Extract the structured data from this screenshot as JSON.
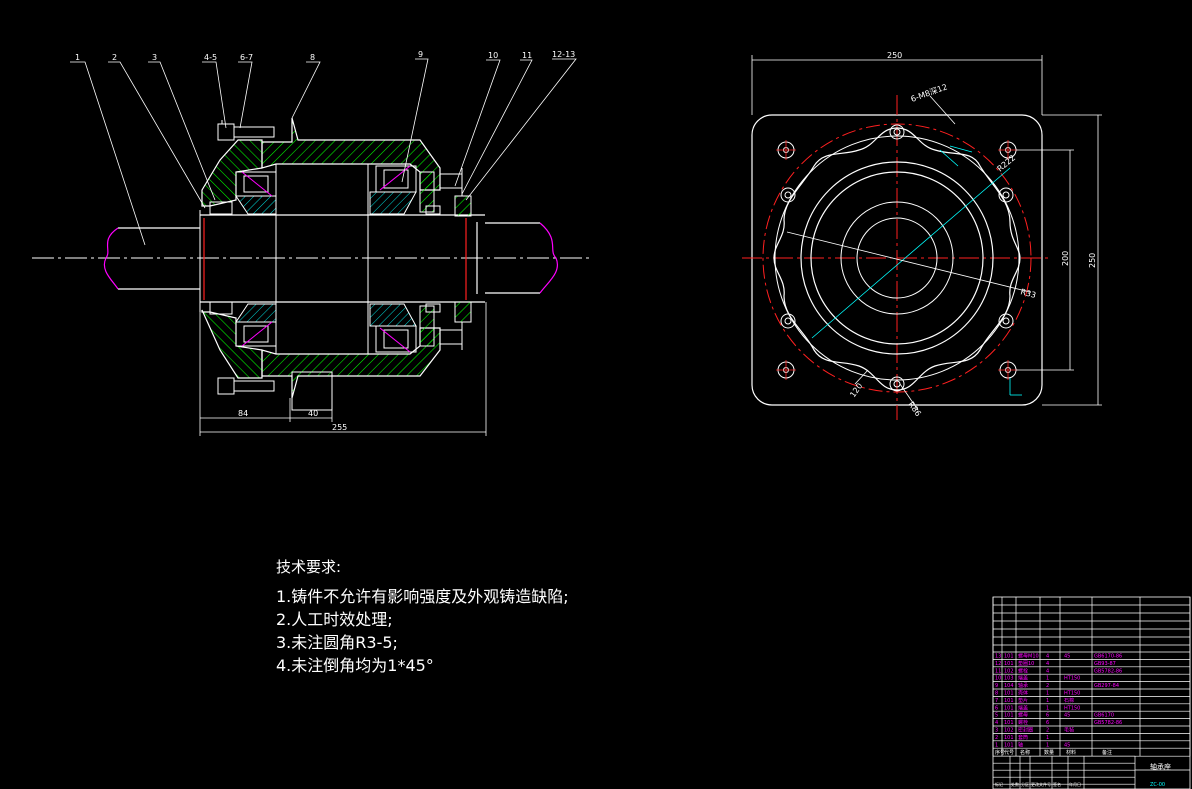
{
  "section_view": {
    "part_labels": [
      "1",
      "2",
      "3",
      "4-5",
      "6-7",
      "8",
      "9",
      "10",
      "11",
      "12-13"
    ],
    "dims": {
      "d84": "84",
      "d40": "40",
      "overall": "255"
    }
  },
  "end_view": {
    "dims": {
      "width": "250",
      "height": "250",
      "bolt_span": "200",
      "ann1": "6-M8深12",
      "ann2": "R222",
      "ann3": "R33",
      "ann4": "R86",
      "ann5": "120"
    }
  },
  "tech_requirements": {
    "title": "技术要求:",
    "items": [
      "1.铸件不允许有影响强度及外观铸造缺陷;",
      "2.人工时效处理;",
      "3.未注圆角R3-5;",
      "4.未注倒角均为1*45°"
    ]
  },
  "title_block": {
    "parts_rows": [
      {
        "no": "13",
        "code": "101",
        "name": "螺母M10",
        "qty": "4",
        "mat": "45",
        "std": "GB6170-86"
      },
      {
        "no": "12",
        "code": "101",
        "name": "垫圈10",
        "qty": "4",
        "mat": "",
        "std": "GB93-87"
      },
      {
        "no": "11",
        "code": "102",
        "name": "螺栓",
        "qty": "4",
        "mat": "",
        "std": "GB5782-86"
      },
      {
        "no": "10",
        "code": "103",
        "name": "端盖",
        "qty": "1",
        "mat": "HT150",
        "std": ""
      },
      {
        "no": "9",
        "code": "104",
        "name": "轴承",
        "qty": "2",
        "mat": "",
        "std": "GB297-84"
      },
      {
        "no": "8",
        "code": "101",
        "name": "壳体",
        "qty": "1",
        "mat": "HT150",
        "std": ""
      },
      {
        "no": "7",
        "code": "101",
        "name": "垫片",
        "qty": "1",
        "mat": "石棉",
        "std": ""
      },
      {
        "no": "6",
        "code": "101",
        "name": "端盖",
        "qty": "1",
        "mat": "HT150",
        "std": ""
      },
      {
        "no": "5",
        "code": "101",
        "name": "螺母",
        "qty": "6",
        "mat": "45",
        "std": "GB6170"
      },
      {
        "no": "4",
        "code": "101",
        "name": "螺栓",
        "qty": "6",
        "mat": "",
        "std": "GB5782-86"
      },
      {
        "no": "3",
        "code": "102",
        "name": "密封圈",
        "qty": "2",
        "mat": "毛毡",
        "std": ""
      },
      {
        "no": "2",
        "code": "101",
        "name": "套筒",
        "qty": "1",
        "mat": "",
        "std": ""
      },
      {
        "no": "1",
        "code": "101",
        "name": "轴",
        "qty": "1",
        "mat": "45",
        "std": ""
      }
    ],
    "header": [
      "序号",
      "代号",
      "名称",
      "数量",
      "材料",
      "备注"
    ],
    "bottom_labels": [
      "标记",
      "处数",
      "分区",
      "更改文件号",
      "签名",
      "年月日"
    ],
    "drawing_name": "轴承座",
    "drawing_no": "ZC-00"
  },
  "colors": {
    "outline": "#ffffff",
    "hatch": "#00ff00",
    "dim": "#ffffff",
    "center": "#ff0000",
    "cyan": "#00ffff",
    "magenta": "#ff00ff",
    "blue": "#3030ff",
    "yellow": "#ffff00"
  }
}
